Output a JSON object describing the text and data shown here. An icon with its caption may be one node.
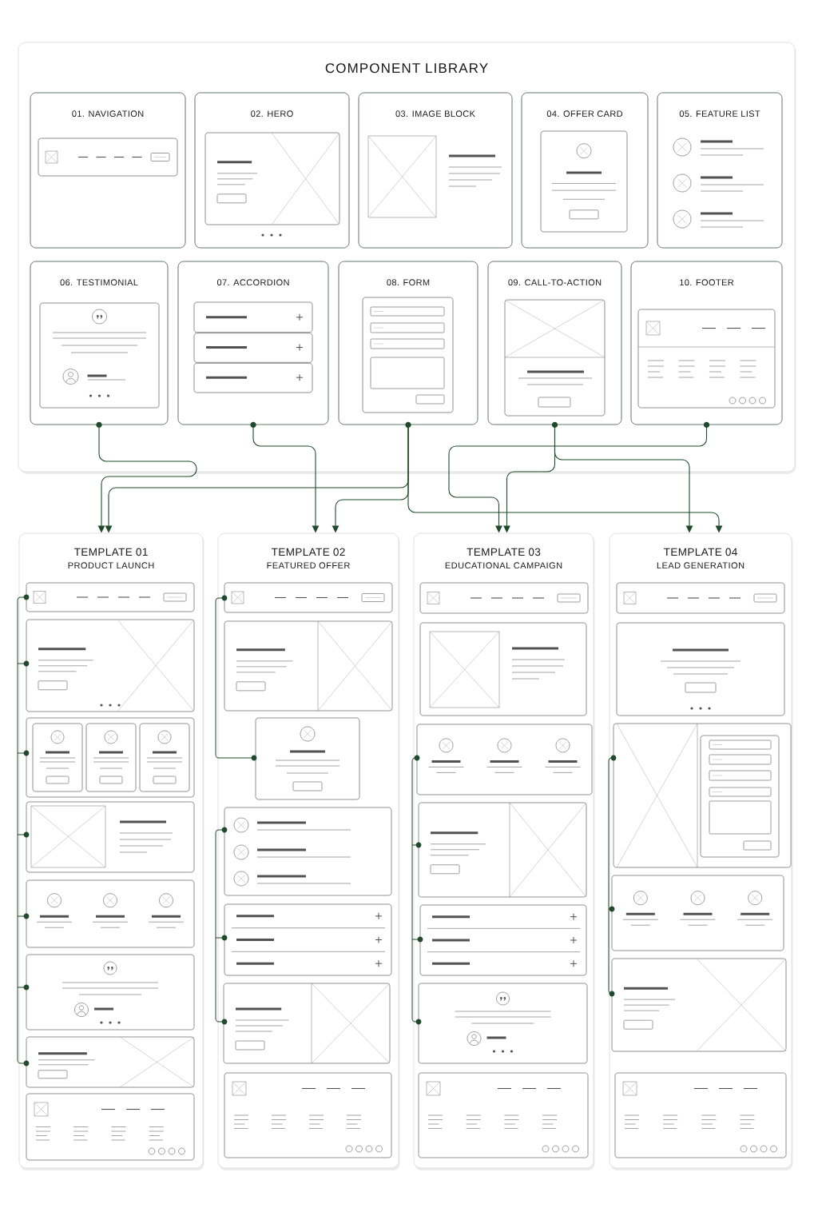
{
  "diagram": {
    "nodes": [
      {
        "text": [
          "COMPONENT LIBRARY"
        ]
      },
      {
        "text": [
          "01. NAVIGATION"
        ],
        "in": 0
      },
      {
        "text": [
          "02. HERO"
        ],
        "in": 0
      },
      {
        "text": [
          "03. IMAGE BLOCK"
        ],
        "in": 0
      },
      {
        "text": [
          "04. OFFER CARD"
        ],
        "in": 0
      },
      {
        "text": [
          "05. FEATURE LIST"
        ],
        "in": 0
      },
      {
        "text": [
          "06. TESTIMONIAL"
        ],
        "in": 0
      },
      {
        "text": [
          "07. ACCORDION"
        ],
        "in": 0
      },
      {
        "text": [
          "08. FORM"
        ],
        "in": 0
      },
      {
        "text": [
          "09. CALL-TO-ACTION"
        ],
        "in": 0
      },
      {
        "text": [
          "10. FOOTER"
        ],
        "in": 0
      },
      {
        "text": [
          "TEMPLATE 01",
          "PRODUCT LAUNCH"
        ]
      },
      {
        "text": [
          "TEMPLATE 02",
          "FEATURED OFFER"
        ]
      },
      {
        "text": [
          "TEMPLATE 03",
          "EDUCATIONAL CAMPAIGN"
        ]
      },
      {
        "text": [
          "TEMPLATE 04",
          "LEAD GENERATION"
        ]
      }
    ],
    "edges": [
      {
        "from": 6,
        "to": 11,
        "arrow": "to"
      },
      {
        "from": 8,
        "to": 11,
        "arrow": "to"
      },
      {
        "from": 7,
        "to": 12,
        "arrow": "to"
      },
      {
        "from": 10,
        "to": 13,
        "arrow": "to"
      },
      {
        "from": 9,
        "to": 13,
        "arrow": "to"
      },
      {
        "from": 9,
        "to": 14,
        "arrow": "to"
      },
      {
        "from": 8,
        "to": 12,
        "arrow": "to"
      },
      {
        "from": 8,
        "to": 14,
        "arrow": "to"
      }
    ]
  }
}
